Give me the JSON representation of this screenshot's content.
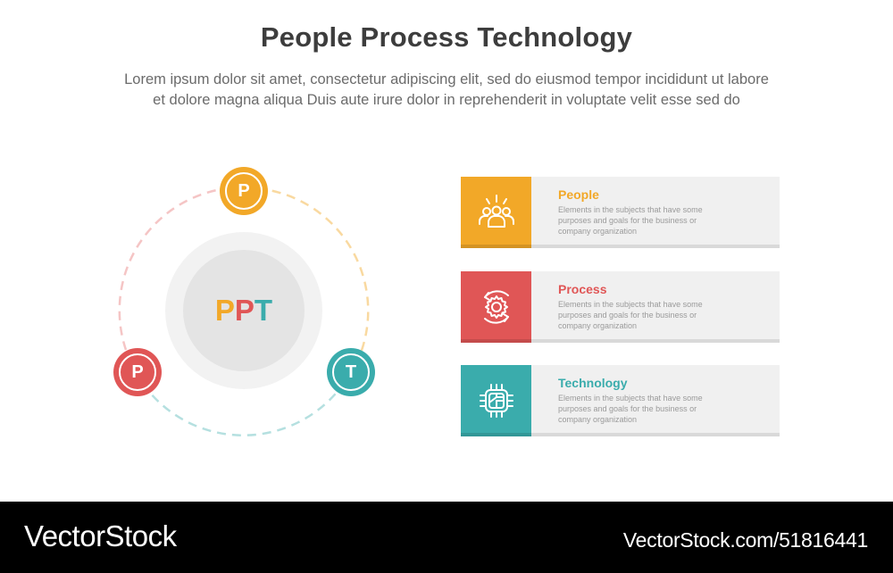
{
  "header": {
    "title": "People Process Technology",
    "subtitle_lines": [
      "Lorem ipsum dolor sit amet, consectetur adipiscing elit, sed do eiusmod tempor incididunt ut labore",
      "et dolore magna aliqua Duis aute irure dolor in reprehenderit in voluptate velit esse sed do"
    ]
  },
  "colors": {
    "people": "#f2a828",
    "process": "#e05656",
    "technology": "#3aacac",
    "title": "#3d3d3d",
    "text_gray": "#9a9a9a",
    "card_bg": "#f0f0f0"
  },
  "diagram": {
    "center": {
      "letters": [
        {
          "char": "P",
          "color": "#f2a828"
        },
        {
          "char": "P",
          "color": "#e05656"
        },
        {
          "char": "T",
          "color": "#3aacac"
        }
      ]
    },
    "nodes": [
      {
        "label": "P",
        "name": "people",
        "color": "#f2a828",
        "position": "top"
      },
      {
        "label": "P",
        "name": "process",
        "color": "#e05656",
        "position": "bottom-left"
      },
      {
        "label": "T",
        "name": "technology",
        "color": "#3aacac",
        "position": "bottom-right"
      }
    ]
  },
  "cards": [
    {
      "title": "People",
      "icon": "people-group-icon",
      "color": "#f2a828",
      "description": "Elements in the subjects that have some purposes and goals for the business or company organization"
    },
    {
      "title": "Process",
      "icon": "gear-cycle-icon",
      "color": "#e05656",
      "description": "Elements in the subjects that have some purposes and goals for the business or company organization"
    },
    {
      "title": "Technology",
      "icon": "chip-icon",
      "color": "#3aacac",
      "description": "Elements in the subjects that have some purposes and goals for the business or company organization"
    }
  ],
  "footer": {
    "brand": "VectorStock",
    "url": "VectorStock.com/51816441"
  }
}
